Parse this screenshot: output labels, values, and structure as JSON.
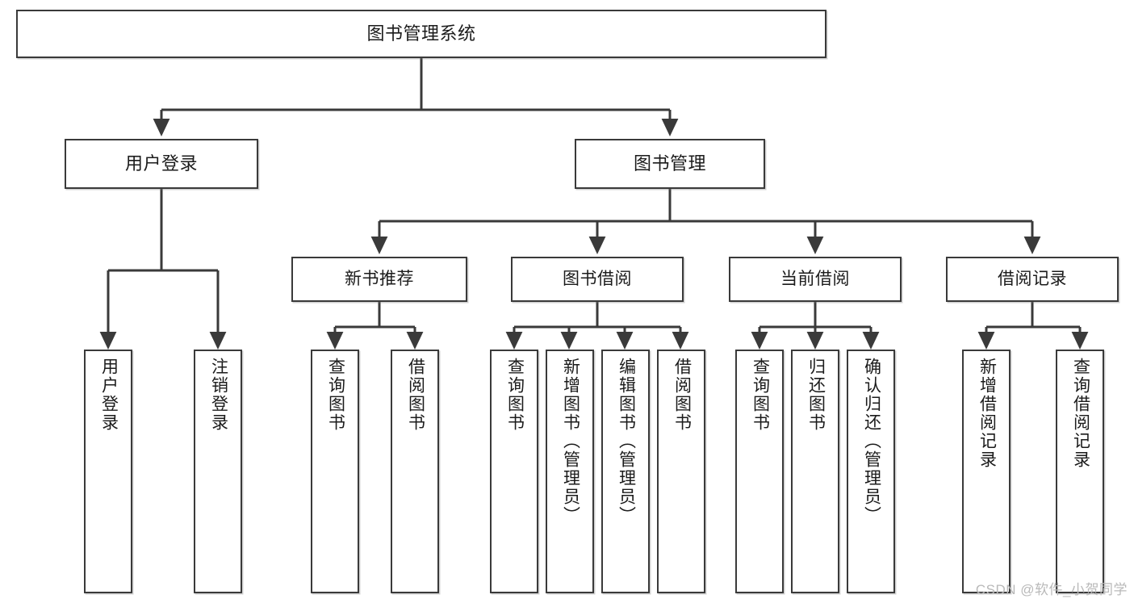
{
  "diagram": {
    "title": "图书管理系统",
    "type": "hierarchy-tree",
    "root": {
      "label": "图书管理系统"
    },
    "level2": [
      {
        "label": "用户登录"
      },
      {
        "label": "图书管理"
      }
    ],
    "level3": [
      {
        "label": "新书推荐"
      },
      {
        "label": "图书借阅"
      },
      {
        "label": "当前借阅"
      },
      {
        "label": "借阅记录"
      }
    ],
    "leaves": [
      {
        "label": "用户登录",
        "parent": "用户登录"
      },
      {
        "label": "注销登录",
        "parent": "用户登录"
      },
      {
        "label": "查询图书",
        "parent": "新书推荐"
      },
      {
        "label": "借阅图书",
        "parent": "新书推荐"
      },
      {
        "label": "查询图书",
        "parent": "图书借阅"
      },
      {
        "label": "新增图书（管理员）",
        "parent": "图书借阅"
      },
      {
        "label": "编辑图书（管理员）",
        "parent": "图书借阅"
      },
      {
        "label": "借阅图书",
        "parent": "图书借阅"
      },
      {
        "label": "查询图书",
        "parent": "当前借阅"
      },
      {
        "label": "归还图书",
        "parent": "当前借阅"
      },
      {
        "label": "确认归还（管理员）",
        "parent": "当前借阅"
      },
      {
        "label": "新增借阅记录",
        "parent": "借阅记录"
      },
      {
        "label": "查询借阅记录",
        "parent": "借阅记录"
      }
    ],
    "colors": {
      "border": "#3a3a3a",
      "background": "#ffffff",
      "text": "#1b1b1b",
      "edge": "#3a3a3a",
      "watermark": "#b9b9b9"
    }
  },
  "watermark": {
    "text": "CSDN @软件_小贺同学"
  }
}
